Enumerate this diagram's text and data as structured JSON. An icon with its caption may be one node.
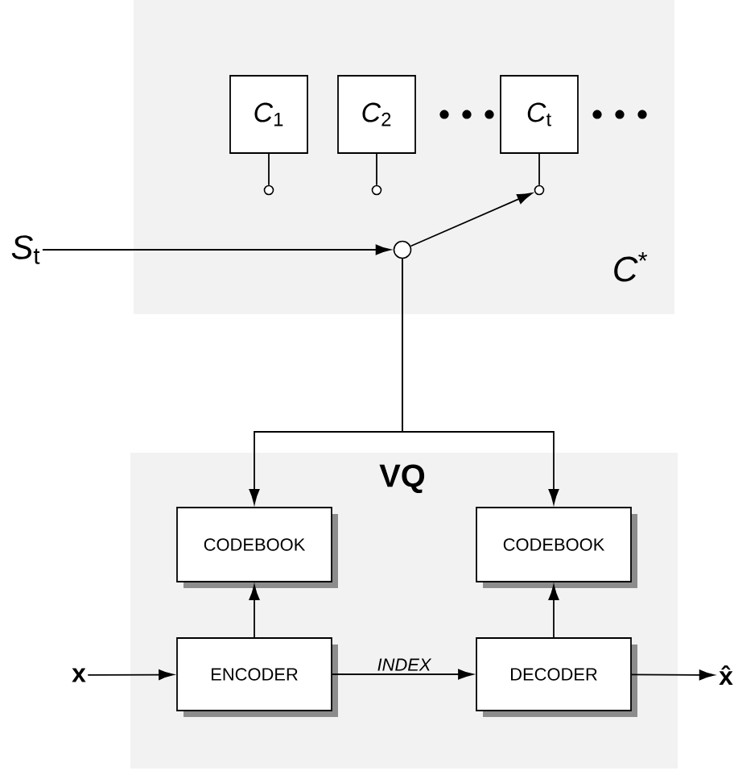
{
  "diagram": {
    "nodes": [
      {
        "text": [
          "*C*$^{*}$"
        ]
      },
      {
        "text": [
          "*C*$_{1}$"
        ],
        "in": 0
      },
      {
        "text": [
          "*C*$_{2}$"
        ],
        "in": 0
      },
      {
        "text": [
          "*C*$_{t}$"
        ],
        "in": 0
      },
      {
        "text": [],
        "shape": "circle",
        "in": 0
      },
      {
        "text": [],
        "shape": "circle",
        "in": 0
      },
      {
        "text": [],
        "shape": "circle",
        "in": 0
      },
      {
        "text": [],
        "shape": "circle",
        "in": 0
      },
      {
        "text": [
          "*S*$_{t}$"
        ]
      },
      {
        "text": [
          "VQ"
        ]
      },
      {
        "text": [
          "CODEBOOK"
        ],
        "in": 9
      },
      {
        "text": [
          "CODEBOOK"
        ],
        "in": 9
      },
      {
        "text": [
          "ENCODER"
        ],
        "in": 9
      },
      {
        "text": [
          "DECODER"
        ],
        "in": 9
      },
      {
        "text": [
          "x"
        ]
      },
      {
        "text": [
          "x̂"
        ]
      }
    ],
    "edges": [
      {
        "from": 1,
        "to": 4,
        "arrow": "none"
      },
      {
        "from": 2,
        "to": 5,
        "arrow": "none"
      },
      {
        "from": 3,
        "to": 6,
        "arrow": "none"
      },
      {
        "from": 8,
        "to": 7,
        "arrow": "to"
      },
      {
        "from": 7,
        "to": 6,
        "arrow": "to"
      },
      {
        "from": 7,
        "to": 10,
        "arrow": "to"
      },
      {
        "from": 7,
        "to": 11,
        "arrow": "to"
      },
      {
        "from": 14,
        "to": 12,
        "arrow": "to"
      },
      {
        "from": 12,
        "to": 10,
        "arrow": "to"
      },
      {
        "from": 12,
        "to": 13,
        "arrow": "to",
        "label": "INDEX"
      },
      {
        "from": 13,
        "to": 11,
        "arrow": "to"
      },
      {
        "from": 13,
        "to": 15,
        "arrow": "to"
      }
    ]
  }
}
